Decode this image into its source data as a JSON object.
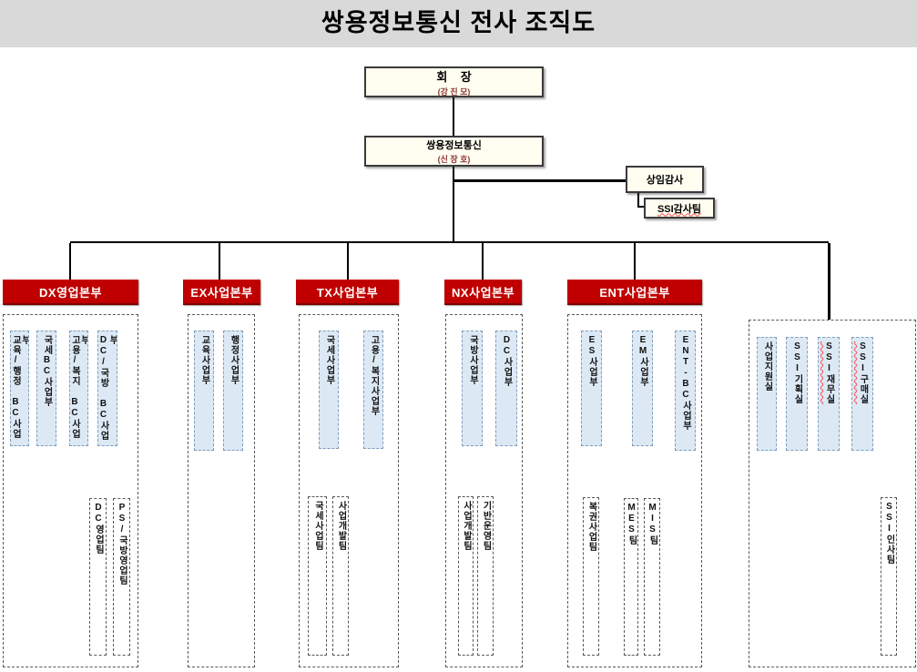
{
  "title": "쌍용정보통신 전사 조직도",
  "colors": {
    "banner_gray": "#d9d9d9",
    "header_red": "#c00000",
    "department_blue": "#dce9f5",
    "node_cream": "#fffef0",
    "name_red": "#8b3333",
    "line_black": "#000000"
  },
  "executive": {
    "chairman_title": "회    장",
    "chairman_name": "(강 진 모)",
    "company_name": "쌍용정보통신",
    "ceo_name": "(신 장 호)",
    "auditor_label": "상임감사",
    "audit_team_label": "SSI감사팀"
  },
  "divisions": [
    {
      "header": "DX영업본부",
      "departments": [
        "교육/행정 BC사업부",
        "국세BC사업부",
        "고용/복지 BC사업부",
        "DC/국방 BC사업부"
      ],
      "teams": [
        "DC영업팀",
        "PS/국방영업팀"
      ]
    },
    {
      "header": "EX사업본부",
      "departments": [
        "교육사업부",
        "행정사업부"
      ],
      "teams": []
    },
    {
      "header": "TX사업본부",
      "departments": [
        "국세사업부",
        "고용/복지사업부"
      ],
      "teams": [
        "국세사업팀",
        "사업개발팀"
      ]
    },
    {
      "header": "NX사업본부",
      "departments": [
        "국방사업부",
        "DC사업부"
      ],
      "teams": [
        "사업개발팀",
        "기반운영팀"
      ]
    },
    {
      "header": "ENT사업본부",
      "departments": [
        "ES사업부",
        "EM사업부",
        "ENT-BC사업부"
      ],
      "teams": [
        "복권사업팀",
        "MES팀",
        "MIS팀"
      ]
    }
  ],
  "support": {
    "offices": [
      "사업지원실",
      "SSI기획실",
      "SSI재무실",
      "SSI구매실"
    ],
    "team": "SSI인사팀"
  }
}
